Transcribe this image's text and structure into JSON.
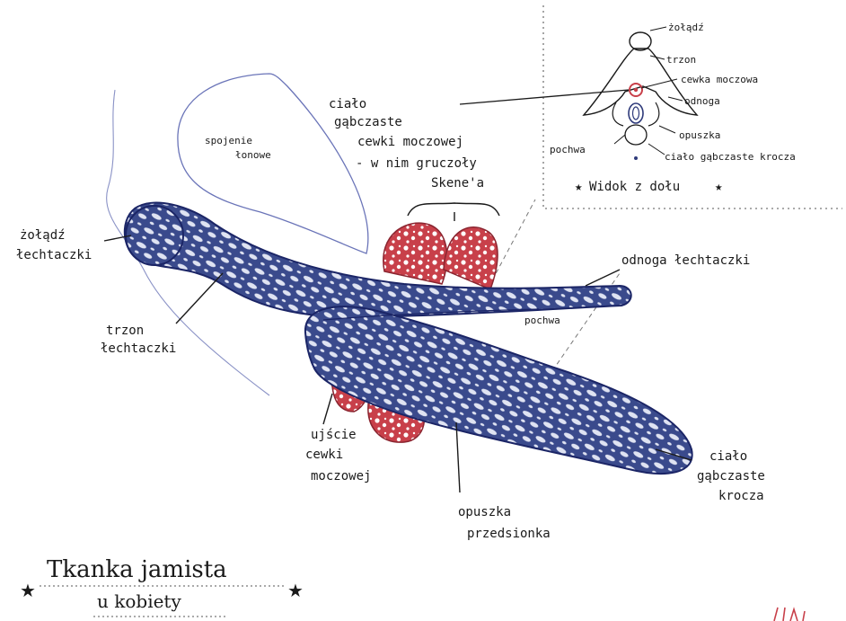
{
  "labels": {
    "zoladz": [
      "żołądź",
      "łechtaczki"
    ],
    "trzon": [
      "trzon",
      "łechtaczki"
    ],
    "spojenie": [
      "spojenie",
      "łonowe"
    ],
    "cialo_cewki": [
      "ciało",
      "gąbczaste",
      "cewki moczowej",
      "- w nim gruczoły",
      "Skene'a"
    ],
    "odnoga": "odnoga łechtaczki",
    "pochwa": "pochwa",
    "ujscie": [
      "ujście",
      "cewki",
      "moczowej"
    ],
    "opuszka": [
      "opuszka",
      "przedsionka"
    ],
    "cialo_krocza": [
      "ciało",
      "gąbczaste",
      "krocza"
    ]
  },
  "inset": {
    "zoladz": "żołądź",
    "trzon": "trzon",
    "cewka": "cewka moczowa",
    "odnoga": "odnoga",
    "opuszka": "opuszka",
    "pochwa": "pochwa",
    "cialo": "ciało gąbczaste krocza",
    "caption": "Widok z dołu"
  },
  "title": {
    "line1": "Tkanka jamista",
    "line2": "u kobiety"
  },
  "colors": {
    "erectile": "#2e3a7a",
    "gland_red": "#c8404a",
    "outline_light": "#6a74b8",
    "ink": "#1a1a1a"
  }
}
